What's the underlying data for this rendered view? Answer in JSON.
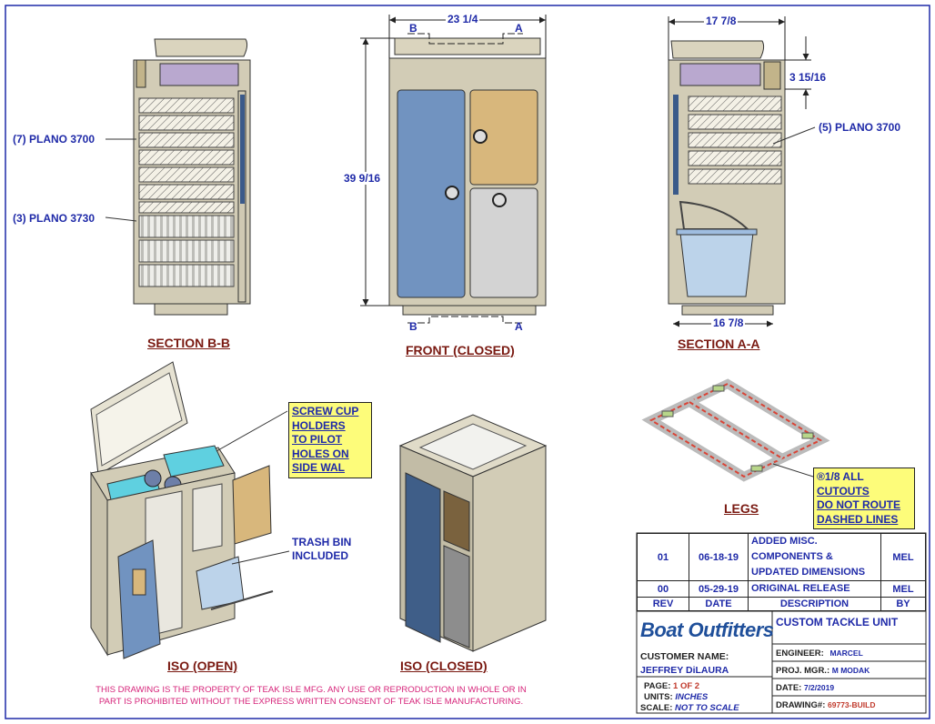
{
  "views": {
    "section_bb": "SECTION B-B",
    "front": "FRONT (CLOSED)",
    "section_aa": "SECTION A-A",
    "iso_open": "ISO (OPEN)",
    "iso_closed": "ISO (CLOSED)",
    "legs": "LEGS"
  },
  "callouts": {
    "plano_3700_7": "(7) PLANO 3700",
    "plano_3730_3": "(3) PLANO 3730",
    "plano_3700_5": "(5) PLANO 3700",
    "trash_bin": [
      "TRASH BIN",
      "INCLUDED"
    ]
  },
  "dimensions": {
    "front_width": "23 1/4",
    "front_height": "39 9/16",
    "side_width_top": "17 7/8",
    "side_lid_height": "3 15/16",
    "side_width_bottom": "16 7/8",
    "section_b": "B",
    "section_a": "A"
  },
  "notes": {
    "screw_cup": [
      "SCREW CUP",
      "HOLDERS",
      "TO PILOT",
      "HOLES ON",
      "SIDE WAL"
    ],
    "cutouts": [
      "®1/8 ALL",
      "CUTOUTS",
      "DO NOT ROUTE",
      "DASHED LINES"
    ]
  },
  "disclaimer": [
    "THIS DRAWING IS THE PROPERTY OF TEAK ISLE MFG.  ANY USE OR REPRODUCTION IN WHOLE OR IN",
    "PART IS PROHIBITED WITHOUT THE EXPRESS WRITTEN CONSENT OF TEAK ISLE MANUFACTURING."
  ],
  "revisions": {
    "headers": [
      "REV",
      "DATE",
      "DESCRIPTION",
      "BY"
    ],
    "rows": [
      {
        "rev": "01",
        "date": "06-18-19",
        "description": [
          "ADDED MISC.",
          "COMPONENTS &",
          "UPDATED DIMENSIONS"
        ],
        "by": "MEL"
      },
      {
        "rev": "00",
        "date": "05-29-19",
        "description": [
          "ORIGINAL RELEASE"
        ],
        "by": "MEL"
      }
    ]
  },
  "title_block": {
    "logo": "Boat Outfitters",
    "title": "CUSTOM TACKLE UNIT",
    "customer_label": "CUSTOMER NAME:",
    "customer_value": "JEFFREY DiLAURA",
    "page_label": "PAGE:",
    "page_value": "1 OF 2",
    "units_label": "UNITS:",
    "units_value": "INCHES",
    "scale_label": "SCALE:",
    "scale_value": "NOT TO SCALE",
    "engineer_label": "ENGINEER:",
    "engineer_value": "MARCEL",
    "pm_label": "PROJ. MGR.:",
    "pm_value": "M MODAK",
    "date_label": "DATE:",
    "date_value": "7/2/2019",
    "drawing_label": "DRAWING#:",
    "drawing_value": "69773-BUILD"
  },
  "colors": {
    "border": "#1f2aa8",
    "callout_text": "#1f2aa8",
    "view_title": "#7a1a12",
    "note_fill": "#fdfc7a",
    "cabinet": "#d2ccb6",
    "door_blue": "#7193c0",
    "door_tan": "#d8b77c",
    "door_gray": "#d3d3d3",
    "trays_purple": "#b9a8cf",
    "legs_red": "#d94436",
    "disclaimer": "#d6247a"
  }
}
